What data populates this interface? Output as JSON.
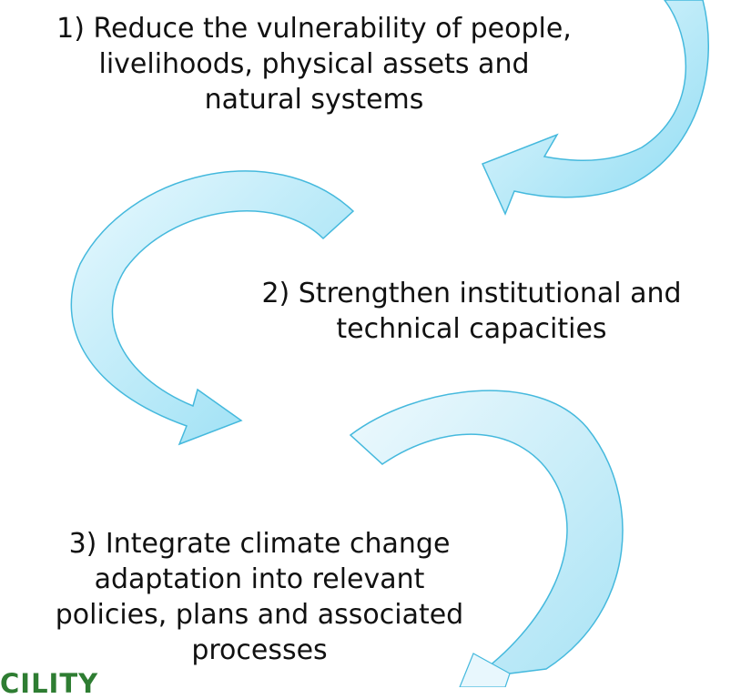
{
  "steps": [
    {
      "lines": [
        "1) Reduce the vulnerability of people,",
        "livelihoods, physical assets and",
        "natural systems"
      ]
    },
    {
      "lines": [
        "2) Strengthen institutional and",
        "technical capacities"
      ]
    },
    {
      "lines": [
        "3) Integrate climate change",
        "adaptation into relevant",
        "policies, plans and associated",
        "processes"
      ]
    }
  ],
  "logo": {
    "text": "CILITY"
  },
  "colors": {
    "arrow_fill_light": "#eaf9fe",
    "arrow_fill_dark": "#8fdcf3",
    "arrow_stroke": "#45b9dd",
    "logo_green": "#2e7d32"
  }
}
